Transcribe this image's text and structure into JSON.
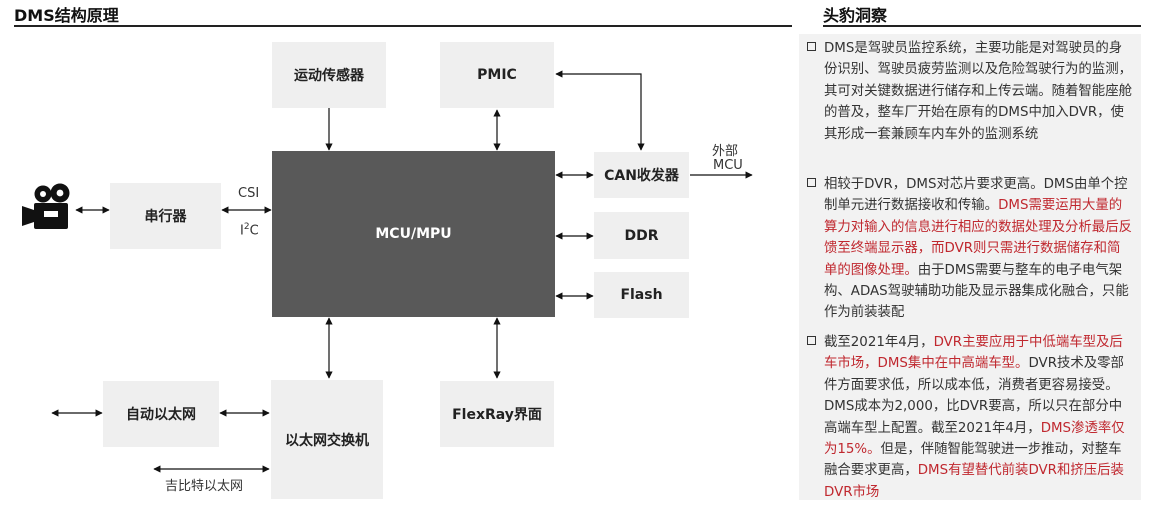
{
  "left_title": "DMS结构原理",
  "right_title": "头豹洞察",
  "diagram": {
    "motion_sensor": "运动传感器",
    "pmic": "PMIC",
    "serializer": "串行器",
    "mcu": "MCU/MPU",
    "can": "CAN收发器",
    "ddr": "DDR",
    "flash": "Flash",
    "auto_ethernet": "自动以太网",
    "ethernet_switch": "以太网交换机",
    "flexray": "FlexRay界面",
    "csi": "CSI",
    "i2c_main": "I",
    "i2c_sup": "2",
    "i2c_tail": "C",
    "external": "外部",
    "external_mcu": "MCU",
    "gigabit": "吉比特以太网"
  },
  "insights": [
    {
      "parts": [
        {
          "text": "DMS是驾驶员监控系统，主要功能是对驾驶员的身份识别、驾驶员疲劳监测以及危险驾驶行为的监测，其可对关键数据进行储存和上传云端。随着智能座舱的普及，整车厂开始在原有的DMS中加入DVR，使其形成一套兼顾车内车外的监测系统",
          "red": false
        }
      ]
    },
    {
      "parts": [
        {
          "text": "相较于DVR，DMS对芯片要求更高。DMS由单个控制单元进行数据接收和传输。",
          "red": false
        },
        {
          "text": "DMS需要运用大量的算力对输入的信息进行相应的数据处理及分析最后反馈至终端显示器，而DVR则只需进行数据储存和简单的图像处理。",
          "red": true
        },
        {
          "text": "由于DMS需要与整车的电子电气架构、ADAS驾驶辅助功能及显示器集成化融合，只能作为前装装配",
          "red": false
        }
      ]
    },
    {
      "parts": [
        {
          "text": "截至2021年4月，",
          "red": false
        },
        {
          "text": "DVR主要应用于中低端车型及后车市场，DMS集中在中高端车型。",
          "red": true
        },
        {
          "text": "DVR技术及零部件方面要求低，所以成本低，消费者更容易接受。DMS成本为2,000，比DVR要高，所以只在部分中高端车型上配置。截至2021年4月，",
          "red": false
        },
        {
          "text": "DMS渗透率仅为15%。",
          "red": true
        },
        {
          "text": "但是，伴随智能驾驶进一步推动，对整车融合要求更高，",
          "red": false
        },
        {
          "text": "DMS有望替代前装DVR和挤压后装DVR市场",
          "red": true
        }
      ]
    }
  ]
}
